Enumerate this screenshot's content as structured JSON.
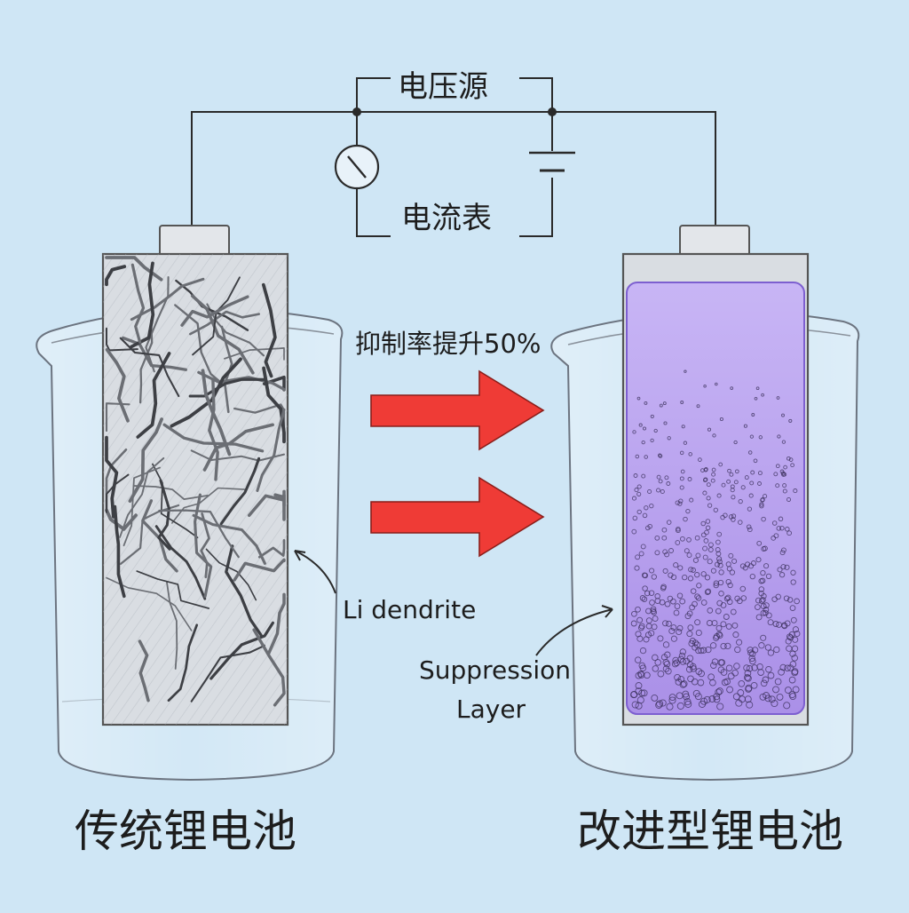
{
  "circuit": {
    "voltage_source_label": "电压源",
    "ammeter_label": "电流表"
  },
  "arrows": {
    "label": "抑制率提升50%",
    "color": "#ef3b36"
  },
  "left_cell": {
    "title": "传统锂电池",
    "annotation": "Li dendrite"
  },
  "right_cell": {
    "title": "改进型锂电池",
    "annotation_line1": "Suppression",
    "annotation_line2": "Layer",
    "layer_color": "#b79cf0"
  },
  "colors": {
    "background": "#cfe6f5",
    "electrode": "#d9dde2",
    "wire": "#2a2a2a"
  }
}
